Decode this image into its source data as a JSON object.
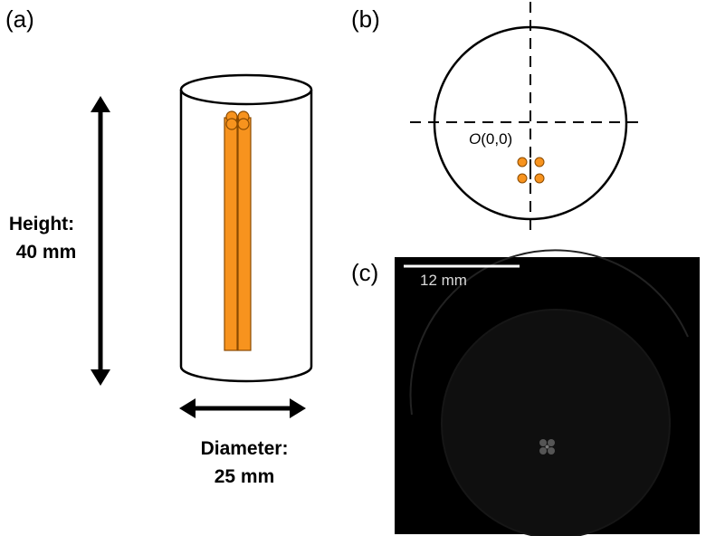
{
  "panels": {
    "a": "(a)",
    "b": "(b)",
    "c": "(c)"
  },
  "dimensions": {
    "height_title": "Height:",
    "height_value": "40 mm",
    "diameter_title": "Diameter:",
    "diameter_value": "25 mm"
  },
  "cross_section": {
    "origin_symbol": "O",
    "origin_coords": "(0,0)"
  },
  "ct_image": {
    "scale_bar_label": "12 mm"
  },
  "colors": {
    "rod": "#f7931e",
    "rod_outline": "#a85a00",
    "ct_background": "#000000",
    "scale_bar": "#ffffff"
  }
}
